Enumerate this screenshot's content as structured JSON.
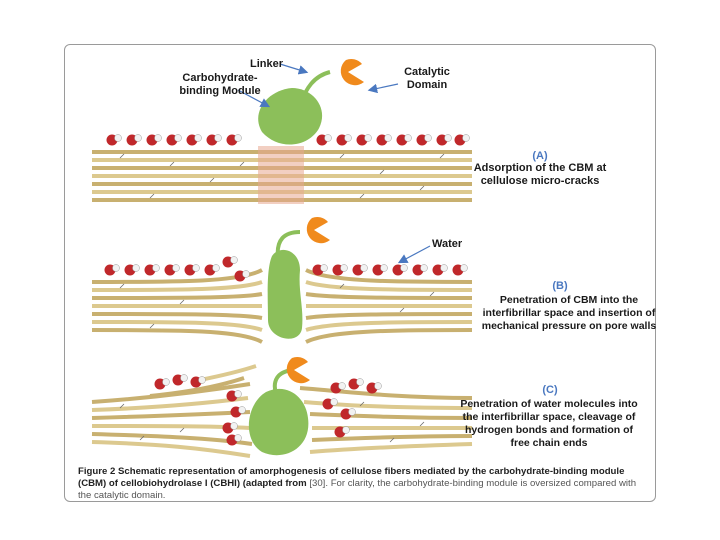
{
  "labels": {
    "linker": "Linker",
    "cbm": "Carbohydrate-\nbinding Module",
    "catalytic": "Catalytic\nDomain",
    "water": "Water"
  },
  "panels": [
    {
      "tag": "(A)",
      "text": "Adsorption of the CBM at\ncellulose micro-cracks"
    },
    {
      "tag": "(B)",
      "text": "Penetration of CBM into the\ninterfibrillar space and insertion of\nmechanical pressure on pore walls"
    },
    {
      "tag": "(C)",
      "text": "Penetration of water molecules into\nthe interfibrillar space, cleavage of\nhydrogen bonds and formation of\nfree chain ends"
    }
  ],
  "caption": {
    "bold": "Figure 2 Schematic representation of amorphogenesis of cellulose fibers mediated by the carbohydrate-binding module (CBM) of cellobiohydrolase I (CBHI) (adapted from",
    "ref": "[30]",
    "tail": ". For clarity, the carbohydrate-binding module is oversized compared with the catalytic domain."
  },
  "colors": {
    "fiber": "#d9c48a",
    "fiber_dark": "#b8a060",
    "cbm": "#8cbf5a",
    "catalytic": "#f08a1c",
    "oxygen": "#c0282b",
    "hydrogen": "#f2f2f2",
    "arrow": "#4a78c0",
    "crack": "#e8a890"
  }
}
